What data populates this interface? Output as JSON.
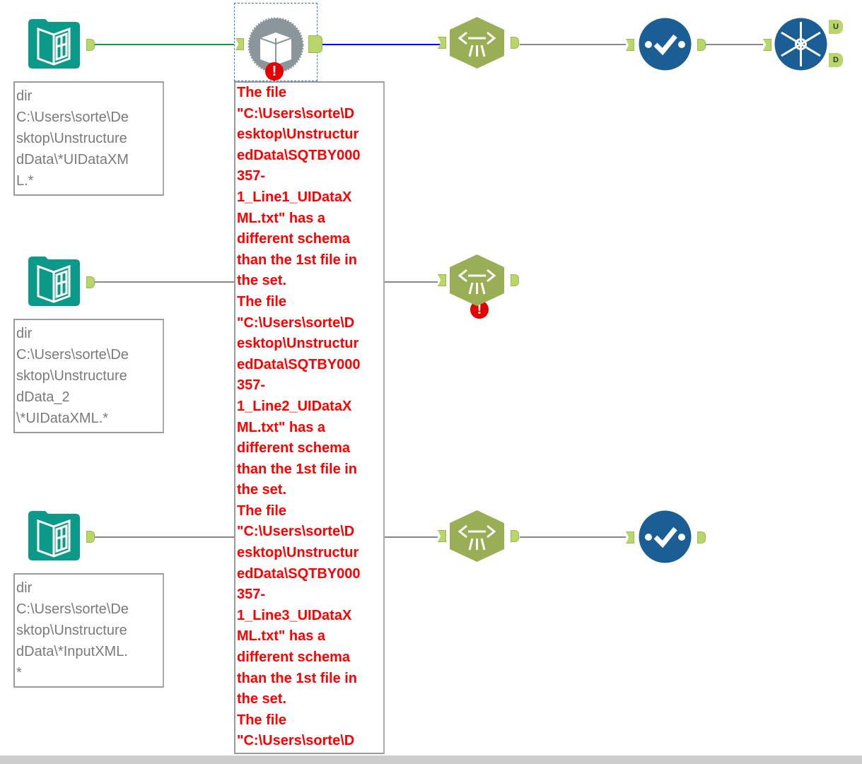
{
  "canvas": {
    "colors": {
      "input_tool": "#0b9a8a",
      "parse_tool": "#9aae56",
      "check_tool": "#1b5e96",
      "anchor": "#b8d66a",
      "error": "#ff0000",
      "comment_text": "#7a7a7a",
      "selected_connection": "#0000ff",
      "green_connection": "#1a9a3a"
    },
    "comments": [
      {
        "lines": [
          "dir",
          "C:\\Users\\sorte\\De",
          "sktop\\Unstructure",
          "dData\\*UIDataXM",
          "L.*"
        ]
      },
      {
        "lines": [
          "dir",
          "C:\\Users\\sorte\\De",
          "sktop\\Unstructure",
          "dData_2",
          "\\*UIDataXML.*"
        ]
      },
      {
        "lines": [
          "dir",
          "C:\\Users\\sorte\\De",
          "sktop\\Unstructure",
          "dData\\*InputXML.",
          "*"
        ]
      }
    ],
    "error_message": {
      "lines": [
        "The file",
        "\"C:\\Users\\sorte\\D",
        "esktop\\Unstructur",
        "edData\\SQTBY000",
        "357-",
        "1_Line1_UIDataX",
        "ML.txt\" has a",
        "different schema",
        "than the 1st file in",
        "the set.",
        "The file",
        "\"C:\\Users\\sorte\\D",
        "esktop\\Unstructur",
        "edData\\SQTBY000",
        "357-",
        "1_Line2_UIDataX",
        "ML.txt\" has a",
        "different schema",
        "than the 1st file in",
        "the set.",
        "The file",
        "\"C:\\Users\\sorte\\D",
        "esktop\\Unstructur",
        "edData\\SQTBY000",
        "357-",
        "1_Line3_UIDataX",
        "ML.txt\" has a",
        "different schema",
        "than the 1st file in",
        "the set.",
        "The file",
        "\"C:\\Users\\sorte\\D"
      ]
    },
    "error_badge": "!",
    "output_anchors": {
      "u": "U",
      "d": "D"
    },
    "icons": [
      "directory-icon",
      "dynamic-input-icon",
      "xml-parse-icon",
      "data-cleansing-icon",
      "snowflake-output-icon",
      "error-icon"
    ]
  }
}
